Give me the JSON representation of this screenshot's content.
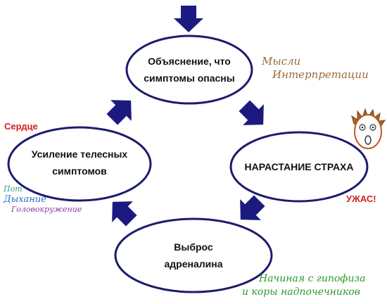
{
  "nodes": {
    "explanation": "Объяснение, что симптомы опасны",
    "fear": "НАРАСТАНИЕ СТРАХА",
    "adrenaline": "Выброс адреналина",
    "symptoms": "Усиление телесных симптомов"
  },
  "annotations": {
    "thoughts": "Мысли",
    "interpretations": "Интерпретации",
    "heart": "Сердце",
    "horror": "УЖАС!",
    "sweat": "Пот",
    "breathing": "Дыхание",
    "dizziness": "Головокружение",
    "source_line1": "Начиная с гипофиза",
    "source_line2": "и коры надпочечников"
  },
  "colors": {
    "ellipse_fill": "#ffffff",
    "ellipse_stroke": "#1c1c6e",
    "arrow": "#1a1a80",
    "thoughts_text": "#9a6a3a",
    "red_text": "#d42020",
    "sweat": "#2f9a8a",
    "breathing": "#1f6fd0",
    "dizziness": "#8a3aa0",
    "source_text": "#2a9a2a",
    "face_hair": "#a8642a",
    "face_stroke": "#c05a18"
  },
  "icons": [
    "arrow-down-icon",
    "arrow-diagonal-icon",
    "scared-face-icon"
  ]
}
